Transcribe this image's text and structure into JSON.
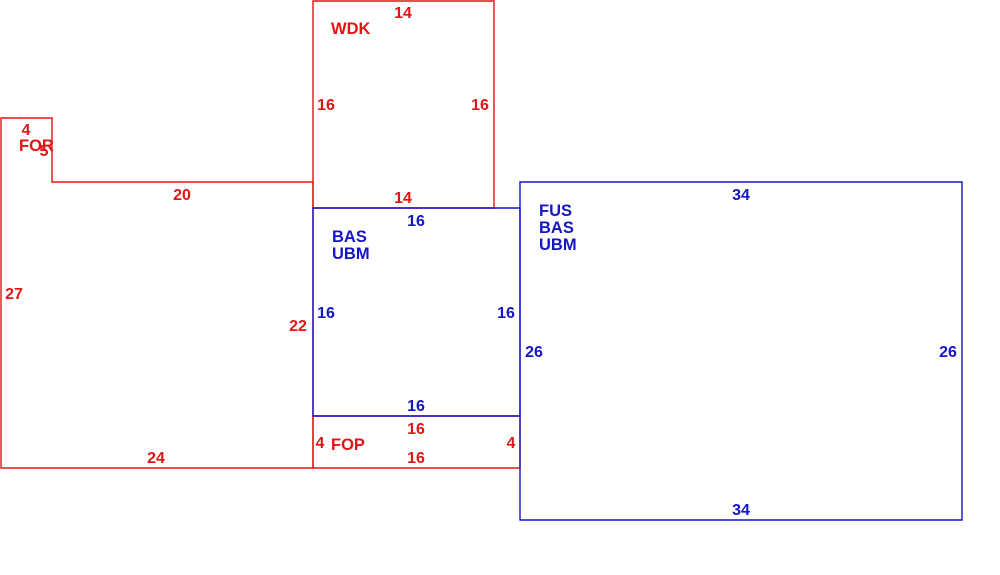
{
  "colors": {
    "red": "#e01515",
    "blue": "#1515c8"
  },
  "sections": {
    "wdk": {
      "color": "red",
      "codes": [
        "WDK"
      ],
      "dims": {
        "top": "14",
        "left": "16",
        "right": "16",
        "bottom": "14"
      }
    },
    "for": {
      "color": "red",
      "codes": [
        "FOR"
      ],
      "dims": {
        "notch_top": "4",
        "notch_side": "5",
        "top": "20",
        "left": "27",
        "right": "22",
        "bottom": "24"
      }
    },
    "bas_center": {
      "color": "blue",
      "codes": [
        "BAS",
        "UBM"
      ],
      "dims": {
        "top": "16",
        "left": "16",
        "right": "16",
        "bottom": "16"
      }
    },
    "fop": {
      "color": "red",
      "codes": [
        "FOP"
      ],
      "dims": {
        "left": "4",
        "top": "16",
        "bottom": "16",
        "right": "4"
      }
    },
    "fus": {
      "color": "blue",
      "codes": [
        "FUS",
        "BAS",
        "UBM"
      ],
      "dims": {
        "top": "34",
        "left": "26",
        "right": "26",
        "bottom": "34"
      }
    }
  }
}
